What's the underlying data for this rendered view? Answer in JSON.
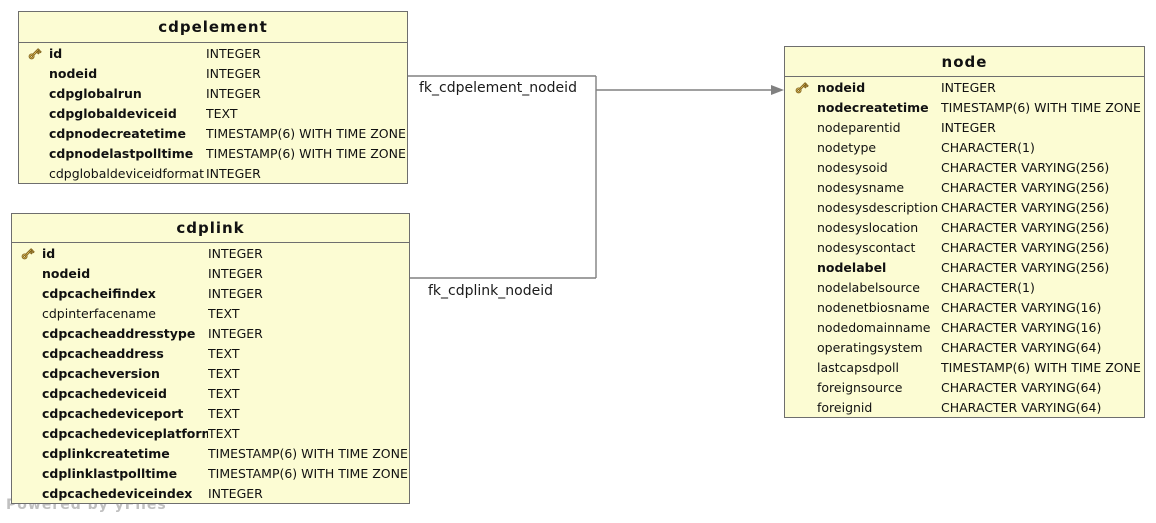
{
  "diagram": {
    "watermark": "Powered by yFiles",
    "colors": {
      "table_fill": "#fcfcd3",
      "table_border": "#6e6e6e",
      "edge": "#808080",
      "text": "#111111"
    },
    "tables": [
      {
        "name": "cdpelement",
        "columns": [
          {
            "name": "id",
            "type": "INTEGER",
            "key": true,
            "bold": true
          },
          {
            "name": "nodeid",
            "type": "INTEGER",
            "key": false,
            "bold": true
          },
          {
            "name": "cdpglobalrun",
            "type": "INTEGER",
            "key": false,
            "bold": true
          },
          {
            "name": "cdpglobaldeviceid",
            "type": "TEXT",
            "key": false,
            "bold": true
          },
          {
            "name": "cdpnodecreatetime",
            "type": "TIMESTAMP(6) WITH TIME ZONE",
            "key": false,
            "bold": true
          },
          {
            "name": "cdpnodelastpolltime",
            "type": "TIMESTAMP(6) WITH TIME ZONE",
            "key": false,
            "bold": true
          },
          {
            "name": "cdpglobaldeviceidformat",
            "type": "INTEGER",
            "key": false,
            "bold": false
          }
        ]
      },
      {
        "name": "cdplink",
        "columns": [
          {
            "name": "id",
            "type": "INTEGER",
            "key": true,
            "bold": true
          },
          {
            "name": "nodeid",
            "type": "INTEGER",
            "key": false,
            "bold": true
          },
          {
            "name": "cdpcacheifindex",
            "type": "INTEGER",
            "key": false,
            "bold": true
          },
          {
            "name": "cdpinterfacename",
            "type": "TEXT",
            "key": false,
            "bold": false
          },
          {
            "name": "cdpcacheaddresstype",
            "type": "INTEGER",
            "key": false,
            "bold": true
          },
          {
            "name": "cdpcacheaddress",
            "type": "TEXT",
            "key": false,
            "bold": true
          },
          {
            "name": "cdpcacheversion",
            "type": "TEXT",
            "key": false,
            "bold": true
          },
          {
            "name": "cdpcachedeviceid",
            "type": "TEXT",
            "key": false,
            "bold": true
          },
          {
            "name": "cdpcachedeviceport",
            "type": "TEXT",
            "key": false,
            "bold": true
          },
          {
            "name": "cdpcachedeviceplatform",
            "type": "TEXT",
            "key": false,
            "bold": true
          },
          {
            "name": "cdplinkcreatetime",
            "type": "TIMESTAMP(6) WITH TIME ZONE",
            "key": false,
            "bold": true
          },
          {
            "name": "cdplinklastpolltime",
            "type": "TIMESTAMP(6) WITH TIME ZONE",
            "key": false,
            "bold": true
          },
          {
            "name": "cdpcachedeviceindex",
            "type": "INTEGER",
            "key": false,
            "bold": true
          }
        ]
      },
      {
        "name": "node",
        "columns": [
          {
            "name": "nodeid",
            "type": "INTEGER",
            "key": true,
            "bold": true
          },
          {
            "name": "nodecreatetime",
            "type": "TIMESTAMP(6) WITH TIME ZONE",
            "key": false,
            "bold": true
          },
          {
            "name": "nodeparentid",
            "type": "INTEGER",
            "key": false,
            "bold": false
          },
          {
            "name": "nodetype",
            "type": "CHARACTER(1)",
            "key": false,
            "bold": false
          },
          {
            "name": "nodesysoid",
            "type": "CHARACTER VARYING(256)",
            "key": false,
            "bold": false
          },
          {
            "name": "nodesysname",
            "type": "CHARACTER VARYING(256)",
            "key": false,
            "bold": false
          },
          {
            "name": "nodesysdescription",
            "type": "CHARACTER VARYING(256)",
            "key": false,
            "bold": false
          },
          {
            "name": "nodesyslocation",
            "type": "CHARACTER VARYING(256)",
            "key": false,
            "bold": false
          },
          {
            "name": "nodesyscontact",
            "type": "CHARACTER VARYING(256)",
            "key": false,
            "bold": false
          },
          {
            "name": "nodelabel",
            "type": "CHARACTER VARYING(256)",
            "key": false,
            "bold": true
          },
          {
            "name": "nodelabelsource",
            "type": "CHARACTER(1)",
            "key": false,
            "bold": false
          },
          {
            "name": "nodenetbiosname",
            "type": "CHARACTER VARYING(16)",
            "key": false,
            "bold": false
          },
          {
            "name": "nodedomainname",
            "type": "CHARACTER VARYING(16)",
            "key": false,
            "bold": false
          },
          {
            "name": "operatingsystem",
            "type": "CHARACTER VARYING(64)",
            "key": false,
            "bold": false
          },
          {
            "name": "lastcapsdpoll",
            "type": "TIMESTAMP(6) WITH TIME ZONE",
            "key": false,
            "bold": false
          },
          {
            "name": "foreignsource",
            "type": "CHARACTER VARYING(64)",
            "key": false,
            "bold": false
          },
          {
            "name": "foreignid",
            "type": "CHARACTER VARYING(64)",
            "key": false,
            "bold": false
          }
        ]
      }
    ],
    "relations": [
      {
        "label": "fk_cdpelement_nodeid",
        "from": "cdpelement",
        "to": "node"
      },
      {
        "label": "fk_cdplink_nodeid",
        "from": "cdplink",
        "to": "node"
      }
    ]
  }
}
